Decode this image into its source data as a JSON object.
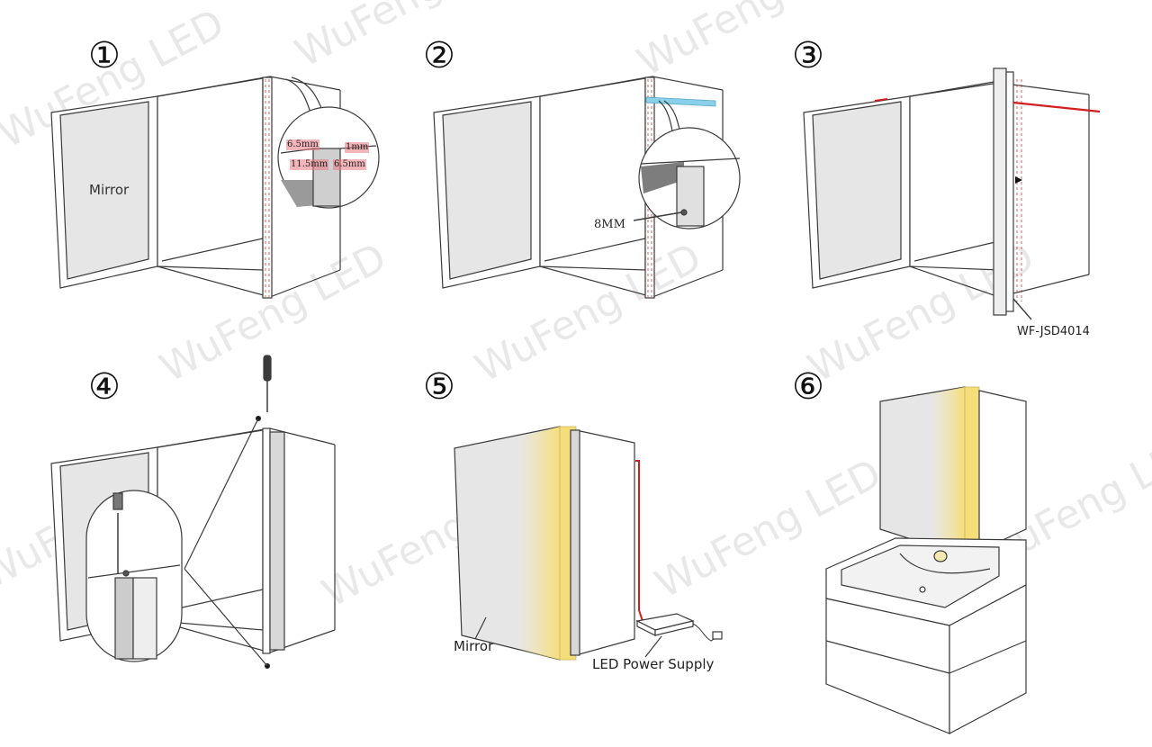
{
  "watermark": "WuFeng LED",
  "steps": [
    {
      "num": "①",
      "mirror_label": "Mirror",
      "dims": [
        "6.5mm",
        "1mm",
        "11.5mm",
        "6.5mm"
      ]
    },
    {
      "num": "②",
      "hole_label": "8MM"
    },
    {
      "num": "③",
      "part_label": "WF-JSD4014"
    },
    {
      "num": "④"
    },
    {
      "num": "⑤",
      "mirror_label": "Mirror",
      "power_label": "LED Power Supply"
    },
    {
      "num": "⑥"
    }
  ],
  "colors": {
    "line": "#3a3a3a",
    "mirror": "#e6e6e6",
    "led_warm": "#f5e08a",
    "wire_red": "#d21e1e",
    "highlight": "#eb7882",
    "channel_blue": "#8ad0ea"
  }
}
